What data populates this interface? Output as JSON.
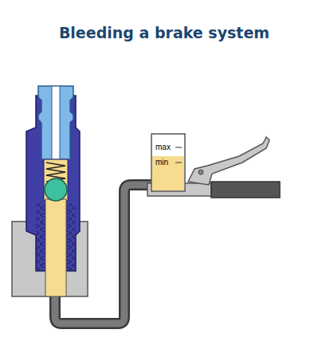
{
  "diagram": {
    "title": "Bleeding a brake system",
    "labels": [
      "max",
      "min"
    ]
  }
}
